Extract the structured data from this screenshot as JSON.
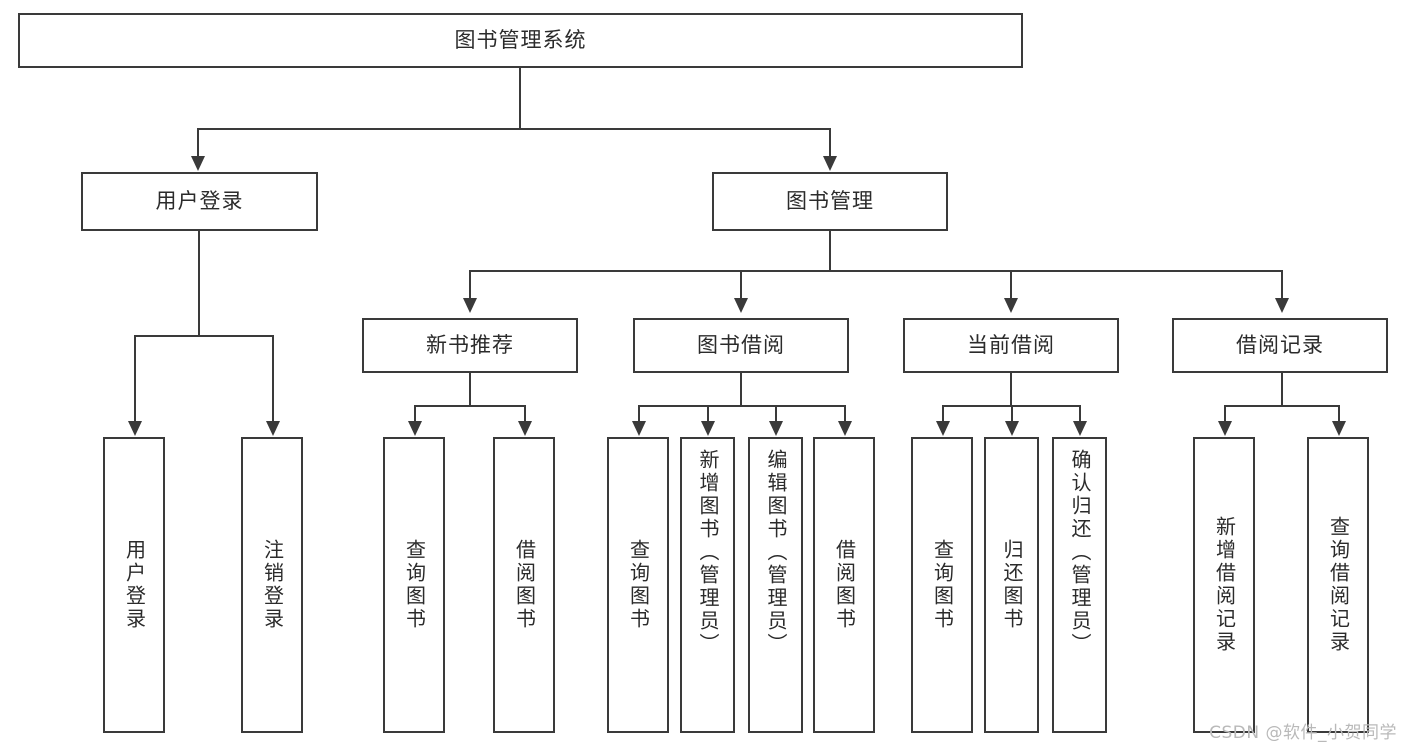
{
  "diagram": {
    "type": "tree-structure-chart",
    "title": "图书管理系统",
    "root": {
      "label": "图书管理系统"
    },
    "level2": [
      {
        "label": "用户登录"
      },
      {
        "label": "图书管理"
      }
    ],
    "level3": [
      {
        "label": "新书推荐"
      },
      {
        "label": "图书借阅"
      },
      {
        "label": "当前借阅"
      },
      {
        "label": "借阅记录"
      }
    ],
    "leaves": {
      "user_login": [
        {
          "label": "用户登录"
        },
        {
          "label": "注销登录"
        }
      ],
      "new_book": [
        {
          "label": "查询图书"
        },
        {
          "label": "借阅图书"
        }
      ],
      "book_borrow": [
        {
          "label": "查询图书"
        },
        {
          "label": "新增图书（管理员）"
        },
        {
          "label": "编辑图书（管理员）"
        },
        {
          "label": "借阅图书"
        }
      ],
      "current_borrow": [
        {
          "label": "查询图书"
        },
        {
          "label": "归还图书"
        },
        {
          "label": "确认归还（管理员）"
        }
      ],
      "borrow_record": [
        {
          "label": "新增借阅记录"
        },
        {
          "label": "查询借阅记录"
        }
      ]
    }
  },
  "watermark": {
    "text": "CSDN @软件_小贺同学"
  },
  "colors": {
    "stroke": "#3a3a3a",
    "background": "#ffffff",
    "text": "#2b2b2b",
    "watermark": "#b9b9b9"
  }
}
